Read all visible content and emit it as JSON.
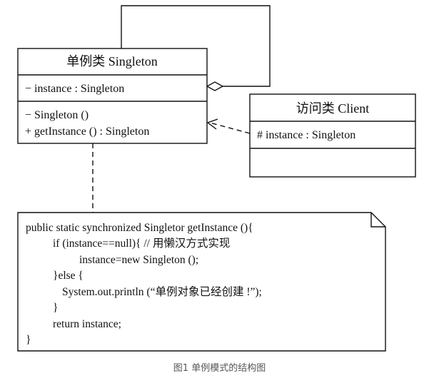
{
  "singleton": {
    "title": "单例类 Singleton",
    "attribute": "− instance : Singleton",
    "methods": [
      "− Singleton ()",
      "+ getInstance () : Singleton"
    ]
  },
  "client": {
    "title": "访问类 Client",
    "attribute": "# instance : Singleton"
  },
  "note": {
    "lines": [
      "public static synchronized Singletor getInstance (){",
      "if (instance==null){ // 用懒汉方式实现",
      "instance=new Singleton ();",
      "}else {",
      "System.out.println (“单例对象已经创建 !”);",
      "}",
      "return instance;",
      "}"
    ]
  },
  "caption": "图1 单例模式的结构图"
}
